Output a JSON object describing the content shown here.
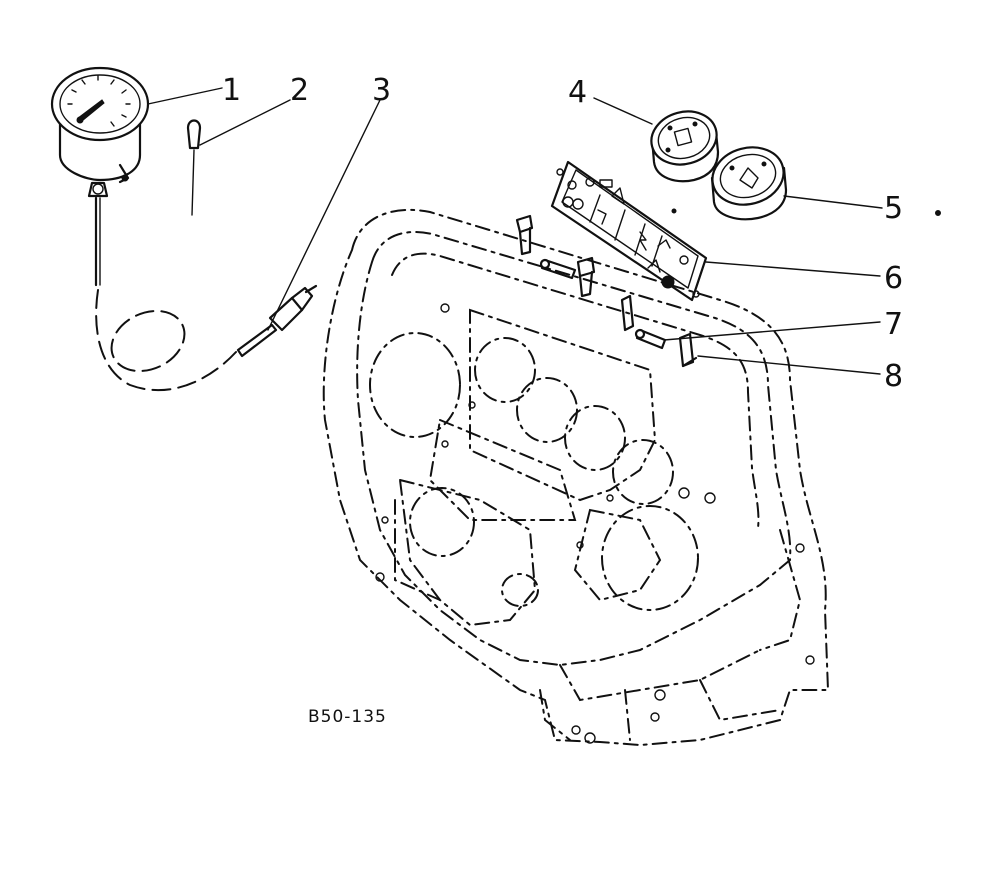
{
  "callouts": [
    {
      "label": "1",
      "part": "tachometer-gauge"
    },
    {
      "label": "2",
      "part": "retaining-clip"
    },
    {
      "label": "3",
      "part": "drive-cable"
    },
    {
      "label": "4",
      "part": "small-gauge"
    },
    {
      "label": "5",
      "part": "small-gauge"
    },
    {
      "label": "6",
      "part": "warning-light-panel"
    },
    {
      "label": "7",
      "part": "pin"
    },
    {
      "label": "8",
      "part": "bracket"
    }
  ],
  "drawing_code": "B50-135",
  "colors": {
    "ink": "#111111",
    "paper": "#ffffff"
  }
}
